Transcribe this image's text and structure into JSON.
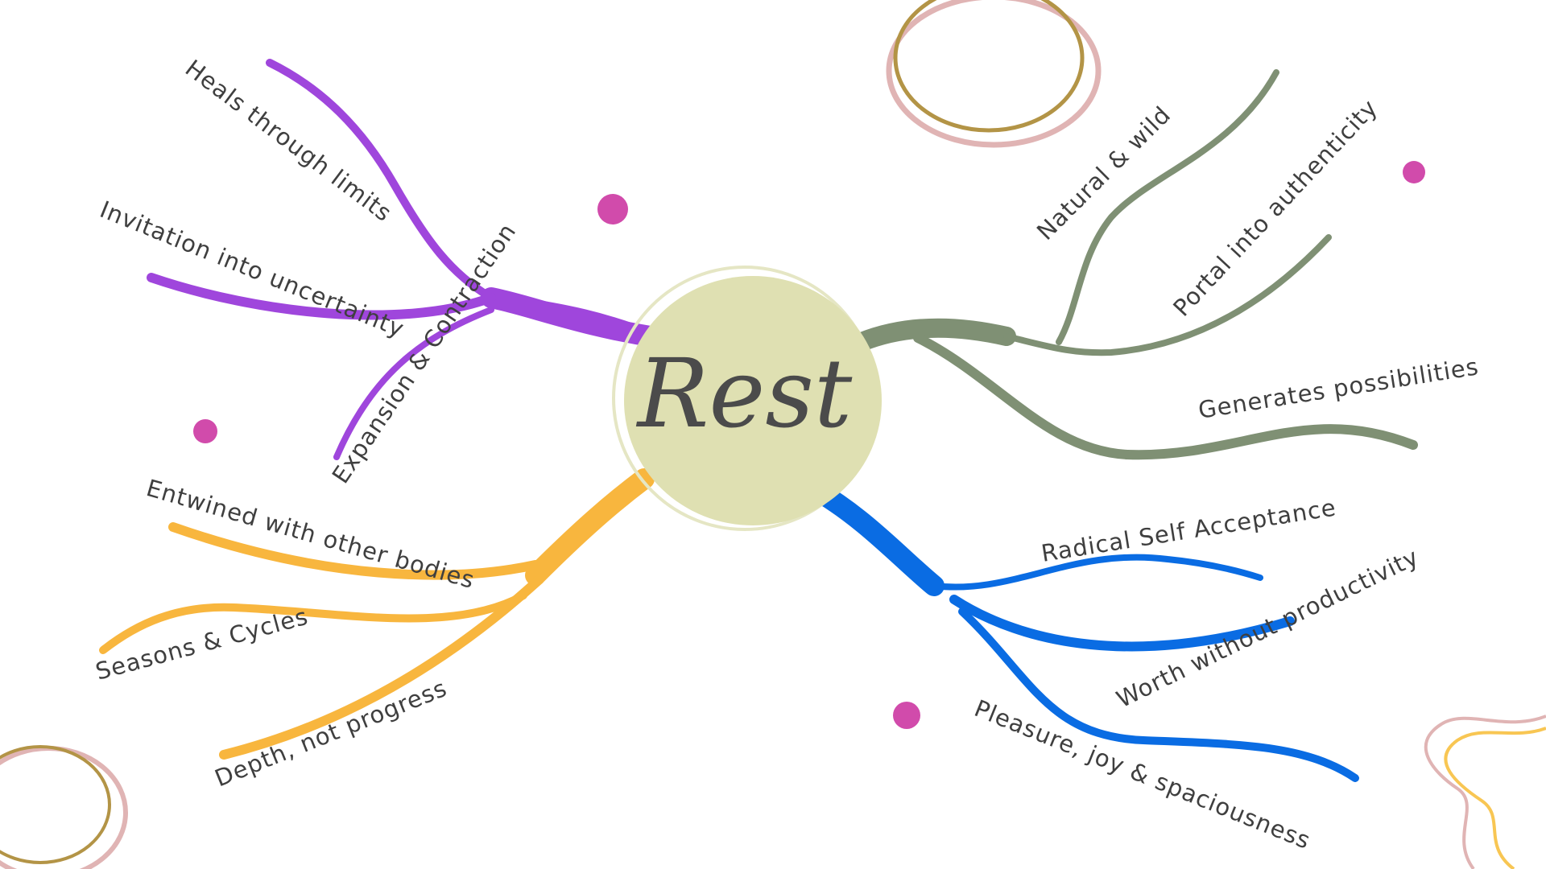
{
  "central": {
    "label": "Rest",
    "fill": "#dfe0b2",
    "ring": "#e5e6c4"
  },
  "dot_color": "#d14bab",
  "branches": [
    {
      "name": "Expansion & Contraction",
      "color": "#9f46dc",
      "children": [
        "Heals through limits",
        "Invitation into uncertainty"
      ]
    },
    {
      "name": "",
      "color": "#7f9074",
      "children": [
        "Natural & wild",
        "Portal into authenticity",
        "Generates possibilities"
      ]
    },
    {
      "name": "",
      "color": "#f8b63e",
      "children": [
        "Entwined with other bodies",
        "Seasons & Cycles",
        "Depth, not progress"
      ]
    },
    {
      "name": "",
      "color": "#0a6ce3",
      "children": [
        "Radical Self Acceptance",
        "Worth without productivity",
        "Pleasure, joy & spaciousness"
      ]
    }
  ]
}
